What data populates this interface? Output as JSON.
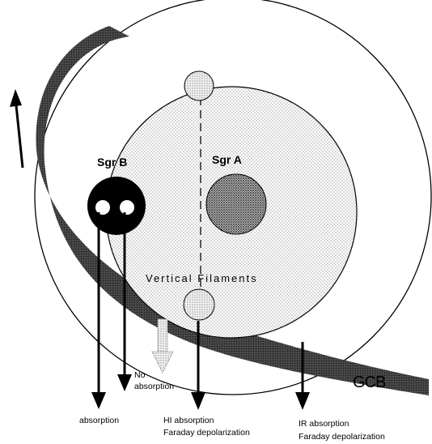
{
  "labels": {
    "sgr_b": "Sgr B",
    "sgr_a": "Sgr A",
    "vertical_filaments": "Vertical Filaments",
    "gcb": "GCB",
    "no_absorption": [
      "No",
      "absorption"
    ],
    "absorption": "absorption",
    "hi_absorption": [
      "HI absorption",
      "Faraday depolarization"
    ],
    "ir_absorption": [
      "IR absorption",
      "Faraday depolarization"
    ]
  },
  "colors": {
    "ink": "#000000",
    "band": "#3a3a3a",
    "inner_fill_dots": "#444444",
    "sgr_a_dots": "#1a1a1a",
    "hollow_arrow": "#9a9a9a"
  },
  "icons": {
    "up_arrow": "arrow-up-icon",
    "down_arrows": "arrow-down-icon",
    "hollow_down_arrow": "hollow-arrow-down-icon"
  }
}
